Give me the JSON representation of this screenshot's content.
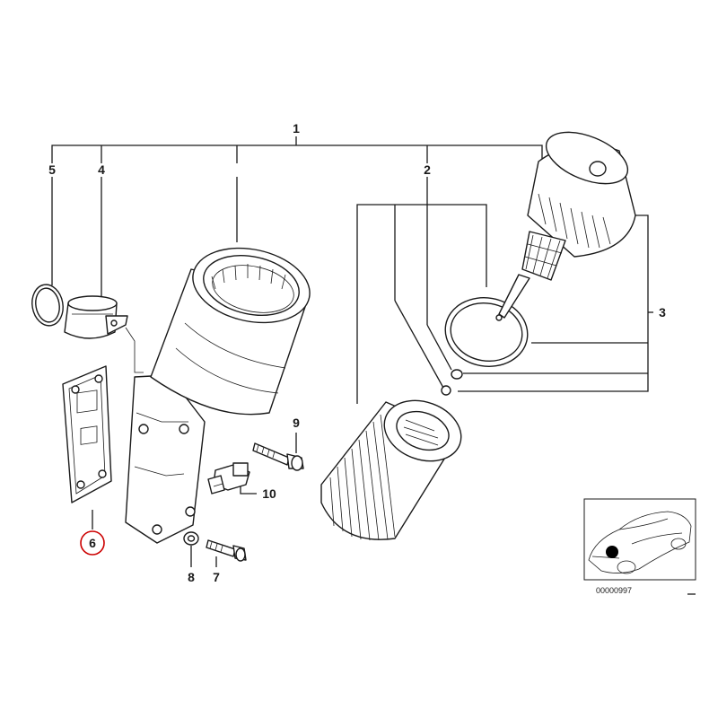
{
  "callouts": {
    "c1": "1",
    "c2": "2",
    "c3": "3",
    "c4": "4",
    "c5": "5",
    "c6": "6",
    "c7": "7",
    "c8": "8",
    "c9": "9",
    "c10": "10"
  },
  "thumbnail": {
    "code": "00000997"
  },
  "colors": {
    "line": "#1a1a1a",
    "highlight": "#cc0000",
    "background": "#ffffff"
  }
}
